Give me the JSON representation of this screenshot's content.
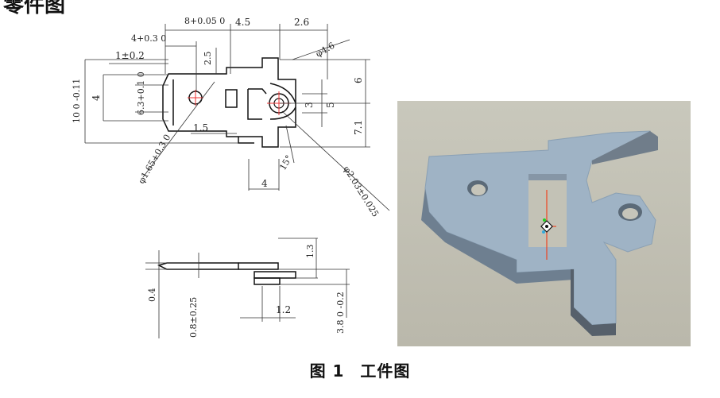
{
  "page": {
    "heading_fragment": "零件图"
  },
  "top_view": {
    "dims": {
      "d8": "8+0.05 0",
      "d4_5": "4.5",
      "d2_6": "2.6",
      "d4": "4+0.3 0",
      "d1": "1±0.2",
      "d2_5": "2.5",
      "phi46": "φ4.6",
      "d4_left": "4",
      "d6_3": "6.3+0.1 0",
      "d10": "10 0 -0.11",
      "d6": "6",
      "d3": "3",
      "d5": "5",
      "d7_1": "7.1",
      "d1_5": "1.5",
      "phi165": "φ1.65+0.3 0",
      "ang15": "15°",
      "d4_bottom": "4",
      "phi203": "φ2.03±0.025"
    }
  },
  "side_view": {
    "dims": {
      "d1_3": "1.3",
      "d0_4": "0.4",
      "d0_8": "0.8±0.25",
      "d1_2": "1.2",
      "d3_8": "3.8 0 -0.2"
    }
  },
  "caption": {
    "fig": "图 1",
    "title": "工件图"
  }
}
